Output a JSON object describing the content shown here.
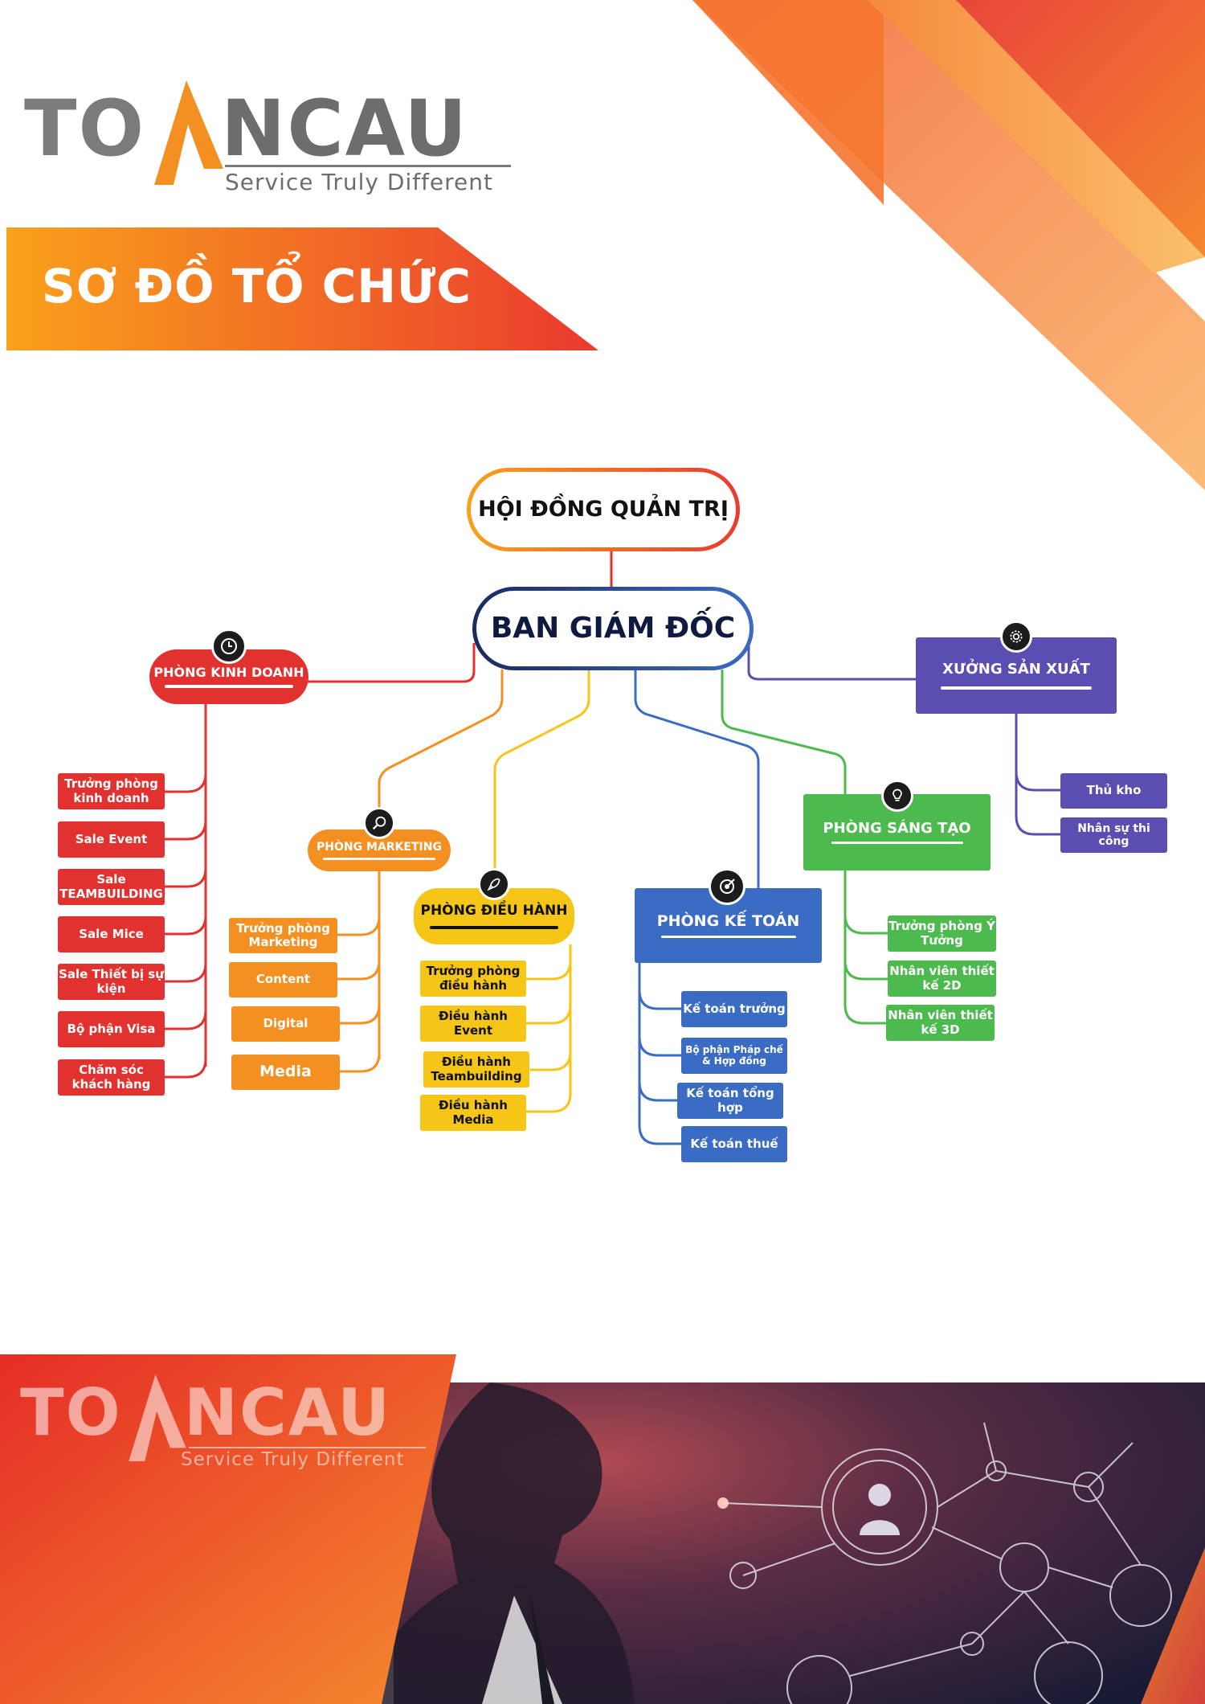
{
  "logo": {
    "word_part1": "TO",
    "word_part2": "NCAU",
    "tagline": "Service Truly Different"
  },
  "banner": {
    "title": "SƠ ĐỒ TỔ CHỨC"
  },
  "chart": {
    "board": "HỘI ĐỒNG QUẢN TRỊ",
    "directors": "BAN GIÁM ĐỐC",
    "departments": [
      {
        "name": "PHÒNG KINH DOANH",
        "icon": "clock-icon",
        "color": "#e1322f",
        "items": [
          "Trưởng phòng kinh doanh",
          "Sale Event",
          "Sale TEAMBUILDING",
          "Sale Mice",
          "Sale Thiết bị sự kiện",
          "Bộ phận Visa",
          "Chăm sóc khách hàng"
        ]
      },
      {
        "name": "PHÒNG MARKETING",
        "icon": "search-icon",
        "color": "#f39021",
        "items": [
          "Trưởng phòng Marketing",
          "Content",
          "Digital",
          "Media"
        ]
      },
      {
        "name": "PHÒNG ĐIỀU HÀNH",
        "icon": "rocket-icon",
        "color": "#f5c518",
        "items": [
          "Trưởng phòng điều hành",
          "Điều hành Event",
          "Điều hành Teambuilding",
          "Điều hành Media"
        ]
      },
      {
        "name": "PHÒNG KẾ TOÁN",
        "icon": "target-icon",
        "color": "#3a6cc3",
        "items": [
          "Kế toán trưởng",
          "Bộ phận Pháp chế & Hợp đồng",
          "Kế toán tổng hợp",
          "Kế toán thuế"
        ]
      },
      {
        "name": "PHÒNG SÁNG TẠO",
        "icon": "lightbulb-icon",
        "color": "#4dba4f",
        "items": [
          "Trưởng phòng Ý Tưởng",
          "Nhân viên thiết kế 2D",
          "Nhân viên thiết kế 3D"
        ]
      },
      {
        "name": "XƯỞNG SẢN XUẤT",
        "icon": "gear-icon",
        "color": "#5a4fb0",
        "items": [
          "Thủ kho",
          "Nhân sự thi công"
        ]
      }
    ]
  },
  "colors": {
    "brand_orange": "#f39021",
    "brand_red": "#e52d27",
    "logo_gray": "#7a7a7a",
    "navy": "#1b2a5e"
  }
}
